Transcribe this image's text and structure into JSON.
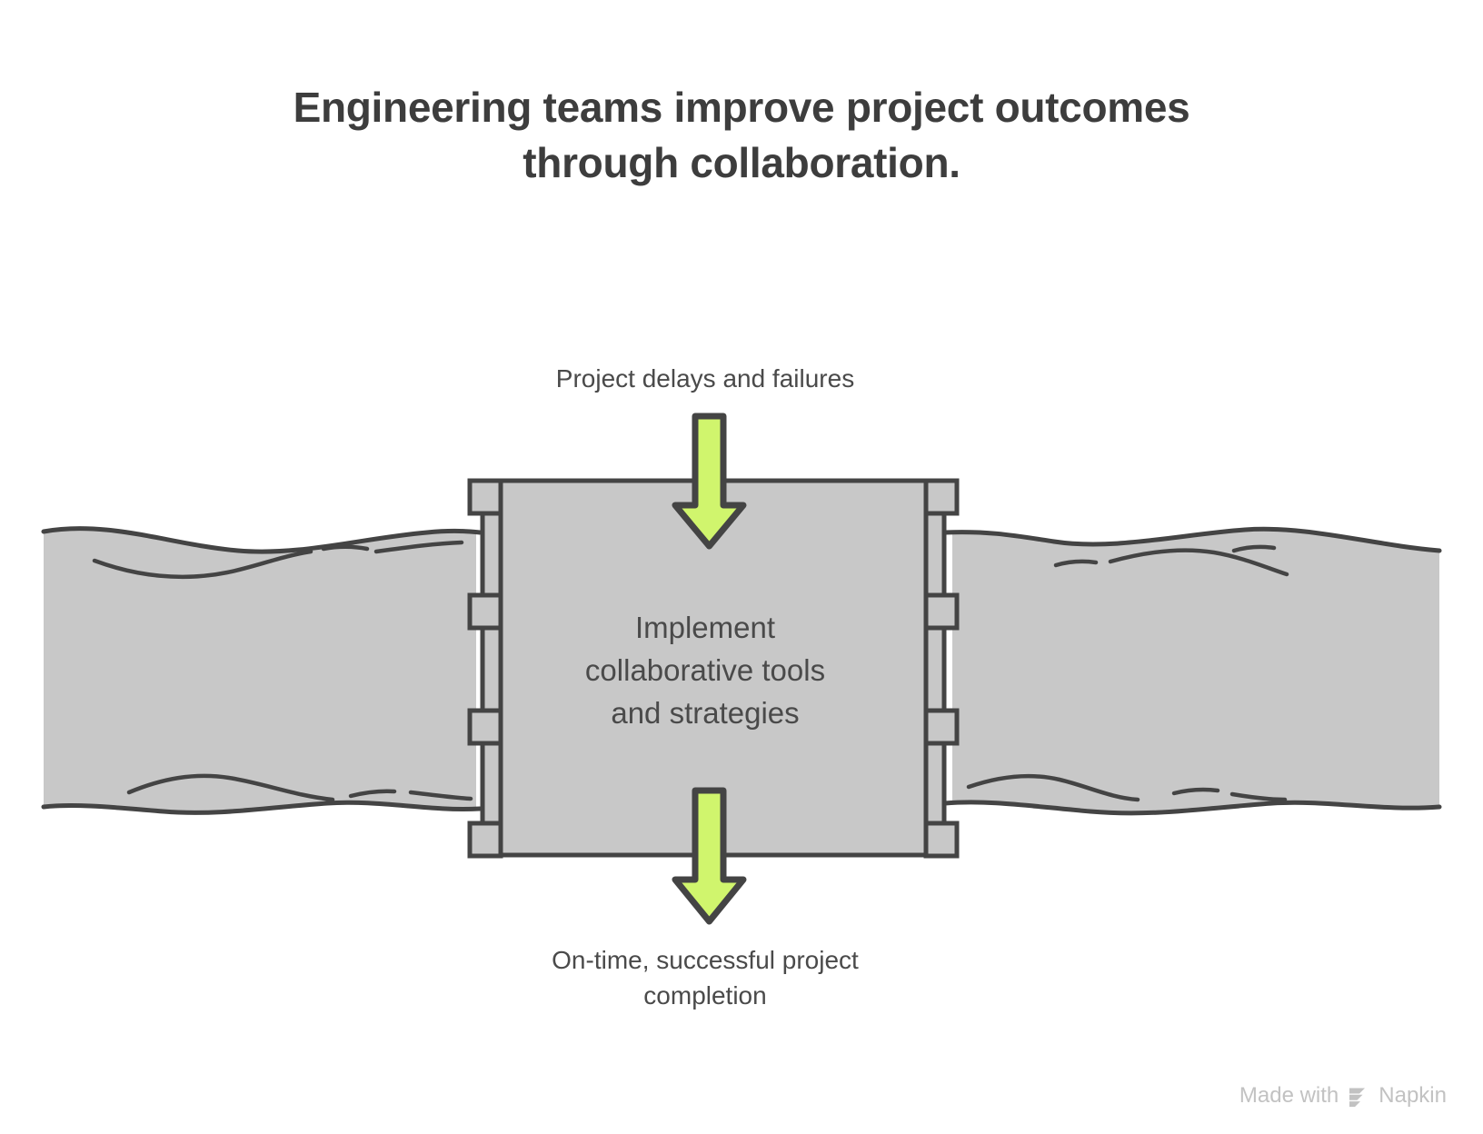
{
  "title": "Engineering teams improve project outcomes\nthrough collaboration.",
  "diagram": {
    "type": "gate-dam-flow",
    "input_label": "Project delays and failures",
    "gate_label": "Implement\ncollaborative tools\nand strategies",
    "output_label": "On-time, successful project\ncompletion",
    "arrows": [
      {
        "name": "input-arrow",
        "direction": "down",
        "color": "#d0f56d"
      },
      {
        "name": "output-arrow",
        "direction": "down",
        "color": "#d0f56d"
      }
    ],
    "colors": {
      "fill_gray": "#c8c8c8",
      "stroke_dark": "#444444",
      "accent_green": "#d0f56d",
      "title_text": "#3d3d3d",
      "body_text": "#4a4a4a",
      "background": "#ffffff",
      "watermark_text": "#c2c2c2"
    }
  },
  "watermark": {
    "prefix": "Made with",
    "brand": "Napkin",
    "logo_icon": "napkin-slashes-icon"
  }
}
